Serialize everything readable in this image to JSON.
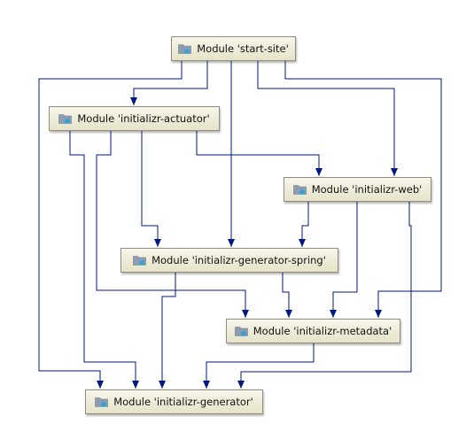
{
  "colors": {
    "edge": "#001a80",
    "node_fill_top": "#f7f6ea",
    "node_fill_bottom": "#e6e3c8",
    "node_border": "#8f8f7f",
    "icon_folder": "#8d9cb0",
    "icon_accent": "#2fa3d6"
  },
  "nodes": {
    "start_site": {
      "label": "Module 'start-site'",
      "icon": "module-icon"
    },
    "actuator": {
      "label": "Module 'initializr-actuator'",
      "icon": "module-icon"
    },
    "web": {
      "label": "Module 'initializr-web'",
      "icon": "module-icon"
    },
    "generator_spring": {
      "label": "Module 'initializr-generator-spring'",
      "icon": "module-icon"
    },
    "metadata": {
      "label": "Module 'initializr-metadata'",
      "icon": "module-icon"
    },
    "generator": {
      "label": "Module 'initializr-generator'",
      "icon": "module-icon"
    }
  },
  "edges": [
    {
      "from": "start_site",
      "to": "actuator"
    },
    {
      "from": "start_site",
      "to": "web"
    },
    {
      "from": "start_site",
      "to": "generator_spring"
    },
    {
      "from": "start_site",
      "to": "metadata"
    },
    {
      "from": "start_site",
      "to": "generator"
    },
    {
      "from": "actuator",
      "to": "web"
    },
    {
      "from": "actuator",
      "to": "generator_spring"
    },
    {
      "from": "actuator",
      "to": "metadata"
    },
    {
      "from": "actuator",
      "to": "generator"
    },
    {
      "from": "web",
      "to": "generator_spring"
    },
    {
      "from": "web",
      "to": "metadata"
    },
    {
      "from": "web",
      "to": "generator"
    },
    {
      "from": "generator_spring",
      "to": "metadata"
    },
    {
      "from": "generator_spring",
      "to": "generator"
    },
    {
      "from": "metadata",
      "to": "generator"
    }
  ]
}
